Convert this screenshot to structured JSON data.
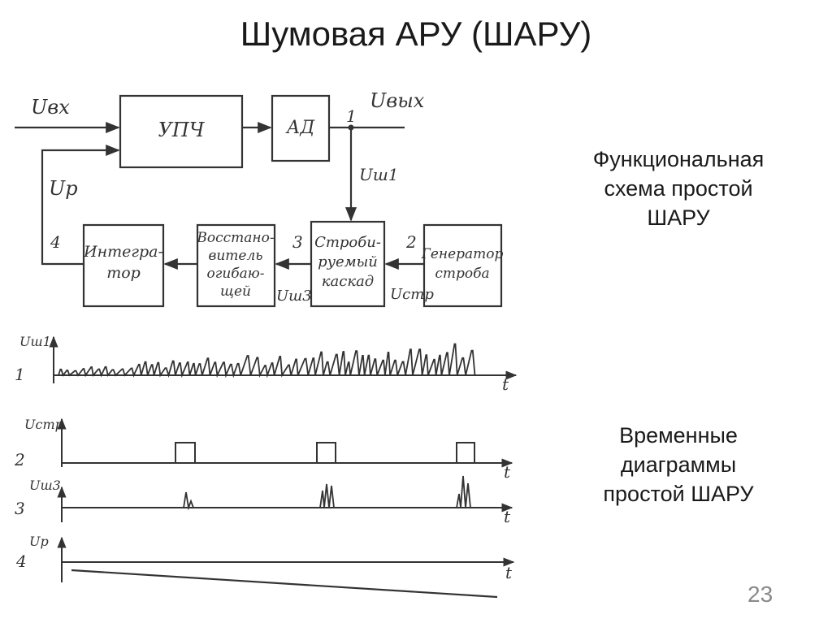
{
  "slide": {
    "title": "Шумовая АРУ (ШАРУ)",
    "description_top": [
      "Функциональная",
      "схема простой",
      "ШАРУ"
    ],
    "description_bottom": [
      "Временные",
      "диаграммы",
      "простой ШАРУ"
    ],
    "page_number": "23"
  },
  "scheme": {
    "input_label": "Uвх",
    "output_label": "Uвых",
    "feedback_label": "Uр",
    "noise_label": "Uш1",
    "noise3_label": "Uш3",
    "strobe_label": "Uстр",
    "node_numbers": [
      "1",
      "2",
      "3",
      "4"
    ],
    "blocks": {
      "upch": [
        "УПЧ"
      ],
      "ad": [
        "АД"
      ],
      "integrator": [
        "Интегра-",
        "тор"
      ],
      "restorer": [
        "Восстано-",
        "витель",
        "огибаю-",
        "щей"
      ],
      "strobed": [
        "Строби-",
        "руемый",
        "каскад"
      ],
      "generator": [
        "Генератор",
        "строба"
      ]
    }
  },
  "timing": {
    "axis_time_label": "t",
    "traces": [
      {
        "number": "1",
        "label": "Uш1"
      },
      {
        "number": "2",
        "label": "Uстр"
      },
      {
        "number": "3",
        "label": "Uш3"
      },
      {
        "number": "4",
        "label": "Uр"
      }
    ]
  }
}
